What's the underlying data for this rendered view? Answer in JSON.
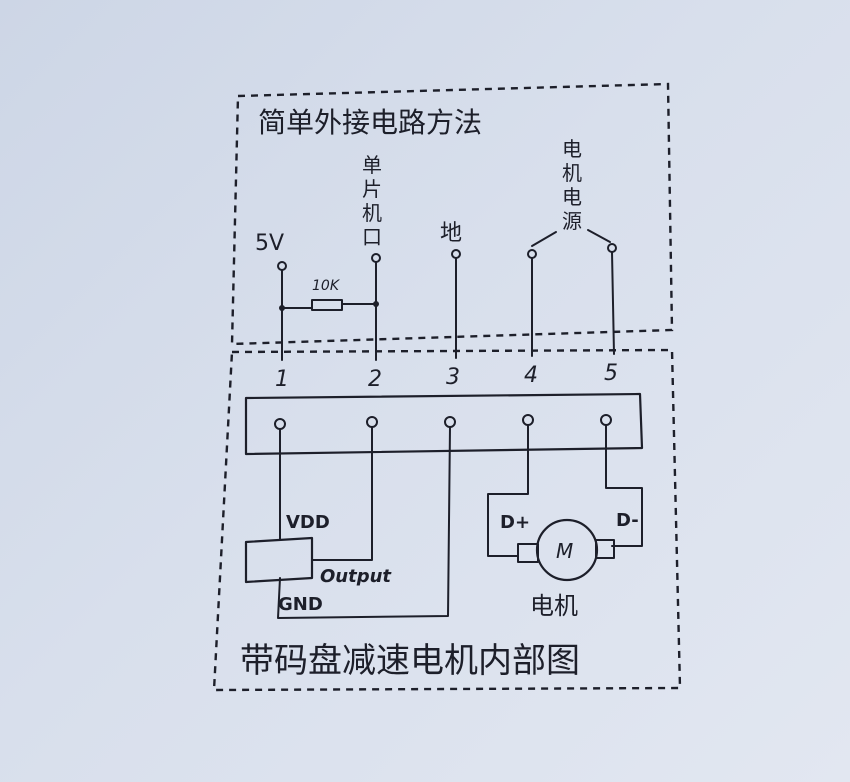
{
  "top_section": {
    "title": "简单外接电路方法",
    "labels": {
      "v5": "5V",
      "mcu_port": [
        "单",
        "片",
        "机",
        "口"
      ],
      "ground": "地",
      "motor_power": [
        "电",
        "机",
        "电",
        "源"
      ],
      "resistor": "10K"
    }
  },
  "pins": [
    "1",
    "2",
    "3",
    "4",
    "5"
  ],
  "bottom_section": {
    "title": "带码盘减速电机内部图",
    "sensor": {
      "vdd": "VDD",
      "output": "Output",
      "gnd": "GND"
    },
    "motor": {
      "dplus": "D+",
      "dminus": "D-",
      "symbol": "M",
      "label": "电机"
    }
  }
}
